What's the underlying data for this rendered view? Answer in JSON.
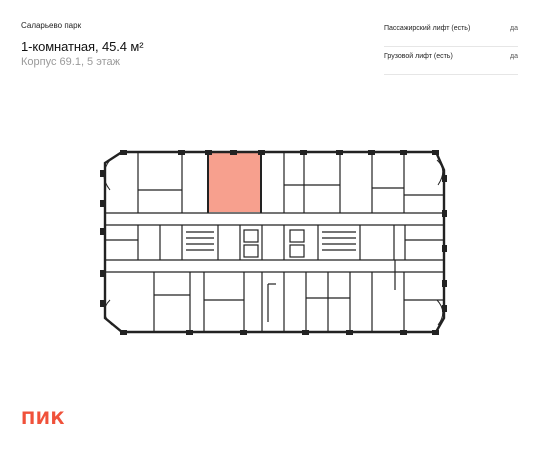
{
  "header": {
    "project": "Саларьево парк",
    "title": "1-комнатная, 45.4 м²",
    "subtitle": "Корпус 69.1, 5 этаж"
  },
  "specs": [
    {
      "label": "Пассажирский лифт (есть)",
      "value": "да"
    },
    {
      "label": "Грузовой лифт (есть)",
      "value": "да"
    }
  ],
  "plan": {
    "highlight_color": "#f7a08e",
    "wall_color": "#222222"
  },
  "logo": "ПИК"
}
